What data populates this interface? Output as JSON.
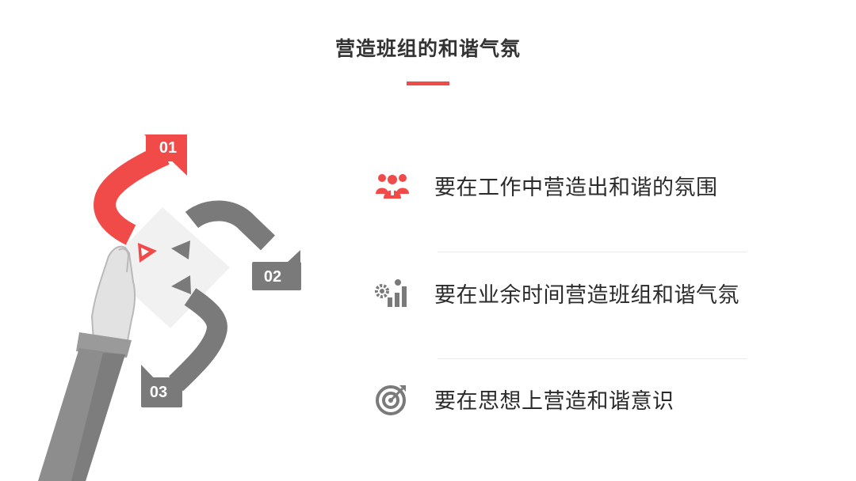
{
  "title": "营造班组的和谐气氛",
  "colors": {
    "accent": "#f04a49",
    "gray": "#7a7a7a",
    "text": "#2b2b2b"
  },
  "steps": [
    {
      "number": "01"
    },
    {
      "number": "02"
    },
    {
      "number": "03"
    }
  ],
  "items": [
    {
      "label": "要在工作中营造出和谐的氛围",
      "icon": "team-icon"
    },
    {
      "label": "要在业余时间营造班组和谐气氛",
      "icon": "gear-growth-chart-icon"
    },
    {
      "label": "要在思想上营造和谐意识",
      "icon": "target-arrow-icon"
    }
  ]
}
